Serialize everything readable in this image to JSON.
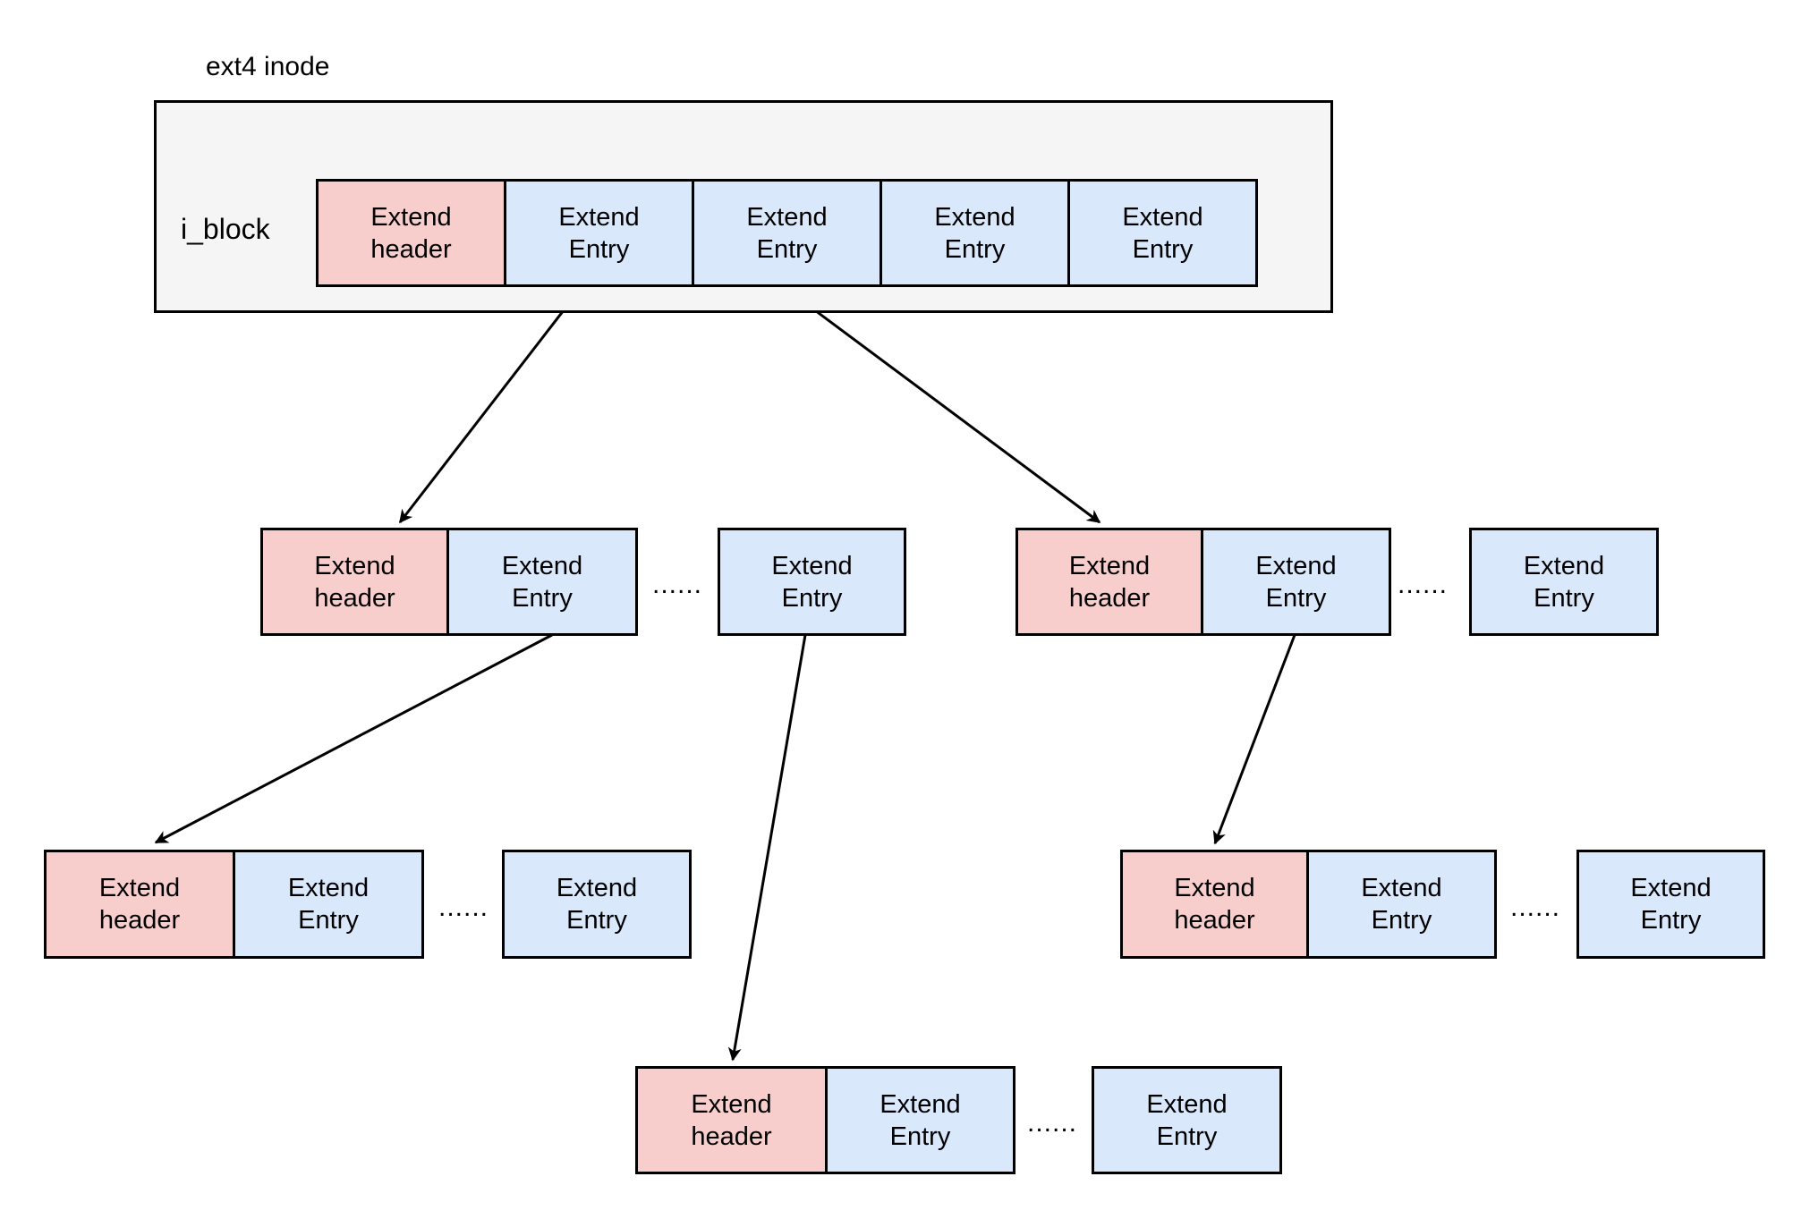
{
  "diagram": {
    "inode": {
      "title": "ext4 inode",
      "field_label": "i_block",
      "cells": [
        {
          "type": "header",
          "label": "Extend header"
        },
        {
          "type": "entry",
          "label": "Extend Entry"
        },
        {
          "type": "entry",
          "label": "Extend Entry"
        },
        {
          "type": "entry",
          "label": "Extend Entry"
        },
        {
          "type": "entry",
          "label": "Extend Entry"
        }
      ]
    },
    "nodes": [
      {
        "id": "index-left",
        "cells": [
          {
            "type": "header",
            "label": "Extend header"
          },
          {
            "type": "entry",
            "label": "Extend Entry"
          }
        ],
        "ellipsis": "......",
        "tail_cell": {
          "type": "entry",
          "label": "Extend Entry"
        }
      },
      {
        "id": "index-right",
        "cells": [
          {
            "type": "header",
            "label": "Extend header"
          },
          {
            "type": "entry",
            "label": "Extend Entry"
          }
        ],
        "ellipsis": "......",
        "tail_cell": {
          "type": "entry",
          "label": "Extend Entry"
        }
      },
      {
        "id": "leaf-left",
        "cells": [
          {
            "type": "header",
            "label": "Extend header"
          },
          {
            "type": "entry",
            "label": "Extend Entry"
          }
        ],
        "ellipsis": "......",
        "tail_cell": {
          "type": "entry",
          "label": "Extend Entry"
        }
      },
      {
        "id": "leaf-right",
        "cells": [
          {
            "type": "header",
            "label": "Extend header"
          },
          {
            "type": "entry",
            "label": "Extend Entry"
          }
        ],
        "ellipsis": "......",
        "tail_cell": {
          "type": "entry",
          "label": "Extend Entry"
        }
      },
      {
        "id": "leaf-center",
        "cells": [
          {
            "type": "header",
            "label": "Extend header"
          },
          {
            "type": "entry",
            "label": "Extend Entry"
          }
        ],
        "ellipsis": "......",
        "tail_cell": {
          "type": "entry",
          "label": "Extend Entry"
        }
      }
    ],
    "edges": [
      {
        "from": "inode.cells.1",
        "to": "index-left.header"
      },
      {
        "from": "inode.cells.2",
        "to": "index-right.header"
      },
      {
        "from": "index-left.entry",
        "to": "leaf-left.header"
      },
      {
        "from": "index-left.tail_cell",
        "to": "leaf-center.header"
      },
      {
        "from": "index-right.entry",
        "to": "leaf-right.header"
      }
    ],
    "colors": {
      "header_fill": "#f8cecc",
      "entry_fill": "#dae8fc",
      "inode_fill": "#f5f5f5",
      "stroke": "#000000",
      "background": "#ffffff"
    }
  }
}
